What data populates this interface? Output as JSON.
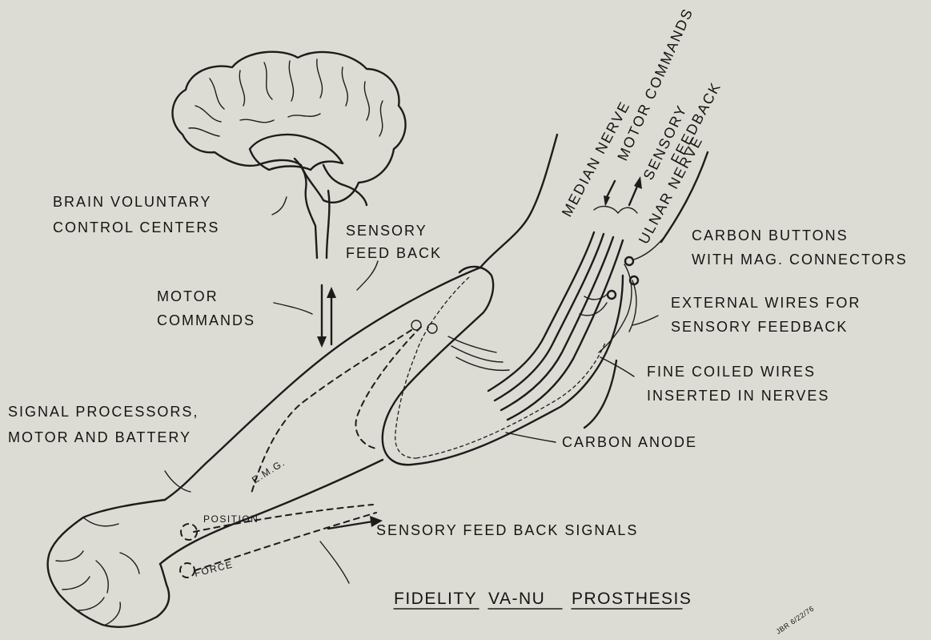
{
  "labels": {
    "brain_line1": "BRAIN VOLUNTARY",
    "brain_line2": "CONTROL CENTERS",
    "sensory_fb_line1": "SENSORY",
    "sensory_fb_line2": "FEED BACK",
    "motor_line1": "MOTOR",
    "motor_line2": "COMMANDS",
    "signal_line1": "SIGNAL PROCESSORS,",
    "signal_line2": "MOTOR AND BATTERY",
    "emg": "E.M.G.",
    "position": "POSITION",
    "force": "FORCE",
    "sensory_signals": "SENSORY FEED BACK SIGNALS",
    "median_nerve": "MEDIAN NERVE",
    "motor_commands_nerve": "MOTOR COMMANDS",
    "sensory_nerve": "SENSORY",
    "feedback_nerve": "FEEDBACK",
    "ulnar_nerve": "ULNAR NERVE",
    "carbon_buttons_line1": "CARBON BUTTONS",
    "carbon_buttons_line2": "WITH MAG. CONNECTORS",
    "external_wires_line1": "EXTERNAL WIRES FOR",
    "external_wires_line2": "SENSORY FEEDBACK",
    "fine_wires_line1": "FINE COILED WIRES",
    "fine_wires_line2": "INSERTED IN NERVES",
    "carbon_anode": "CARBON ANODE",
    "title_part1": "FIDELITY",
    "title_part2": "VA-NU",
    "title_part3": "PROSTHESIS",
    "signature": "JBR 6/22/76"
  }
}
